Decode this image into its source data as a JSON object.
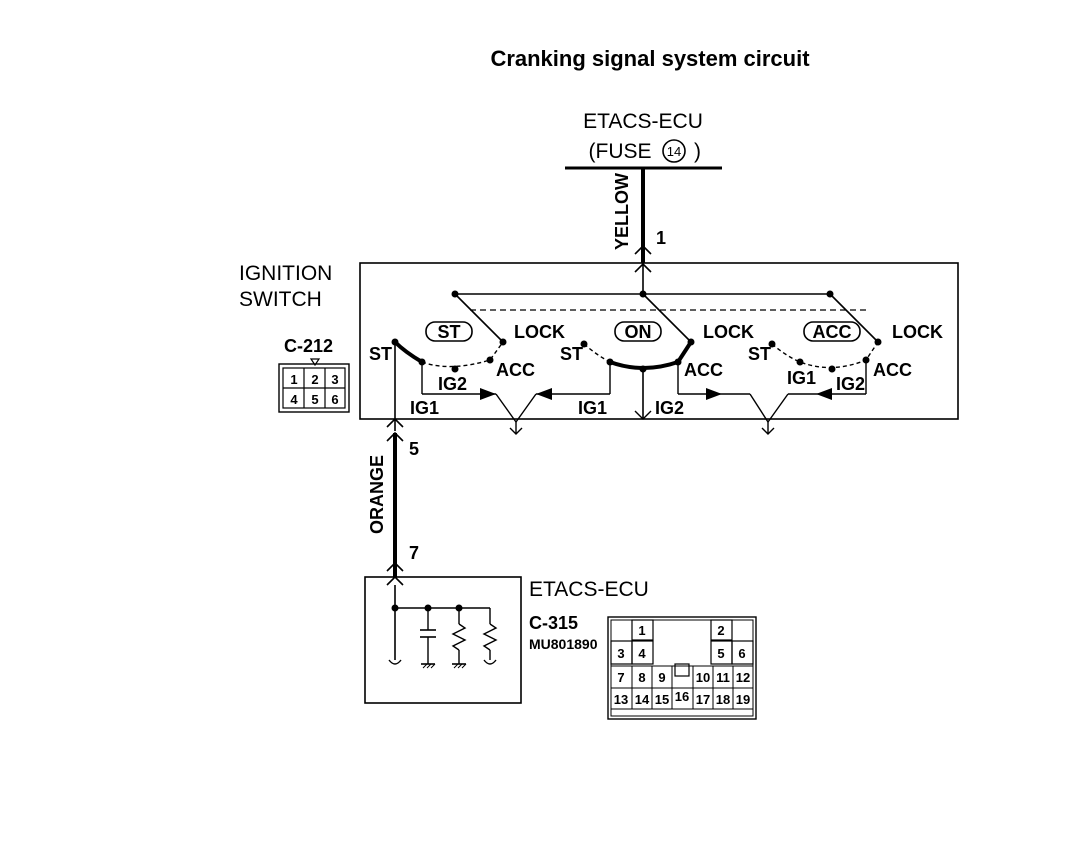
{
  "title": "Cranking signal system circuit",
  "top_ecu": {
    "name": "ETACS-ECU",
    "fuse_prefix": "(FUSE",
    "fuse_number": "14",
    "fuse_suffix": ")"
  },
  "wire_top": {
    "color": "YELLOW",
    "pin": "1"
  },
  "ignition_switch": {
    "label_line1": "IGNITION",
    "label_line2": "SWITCH",
    "connector": "C-212",
    "connector_pins": [
      "1",
      "2",
      "3",
      "4",
      "5",
      "6"
    ],
    "positions": {
      "st": "ST",
      "on": "ON",
      "acc": "ACC",
      "lock": "LOCK",
      "ig1": "IG1",
      "ig2": "IG2"
    }
  },
  "wire_bottom": {
    "color": "ORANGE",
    "pin_top": "5",
    "pin_bottom": "7"
  },
  "bottom_ecu": {
    "name": "ETACS-ECU",
    "connector": "C-315",
    "part_number": "MU801890",
    "connector_pins": [
      "1",
      "2",
      "3",
      "4",
      "5",
      "6",
      "7",
      "8",
      "9",
      "10",
      "11",
      "12",
      "13",
      "14",
      "15",
      "16",
      "17",
      "18",
      "19"
    ]
  }
}
